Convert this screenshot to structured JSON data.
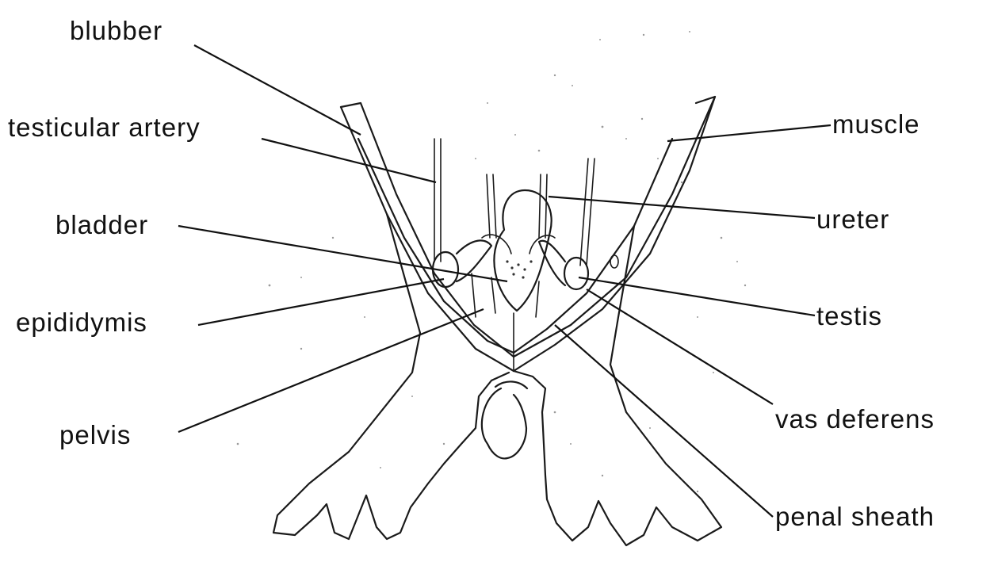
{
  "diagram": {
    "labels": {
      "blubber": "blubber",
      "testicular_artery": "testicular artery",
      "bladder": "bladder",
      "epididymis": "epididymis",
      "pelvis": "pelvis",
      "muscle": "muscle",
      "ureter": "ureter",
      "testis": "testis",
      "vas_deferens": "vas deferens",
      "penal_sheath": "penal sheath"
    }
  }
}
